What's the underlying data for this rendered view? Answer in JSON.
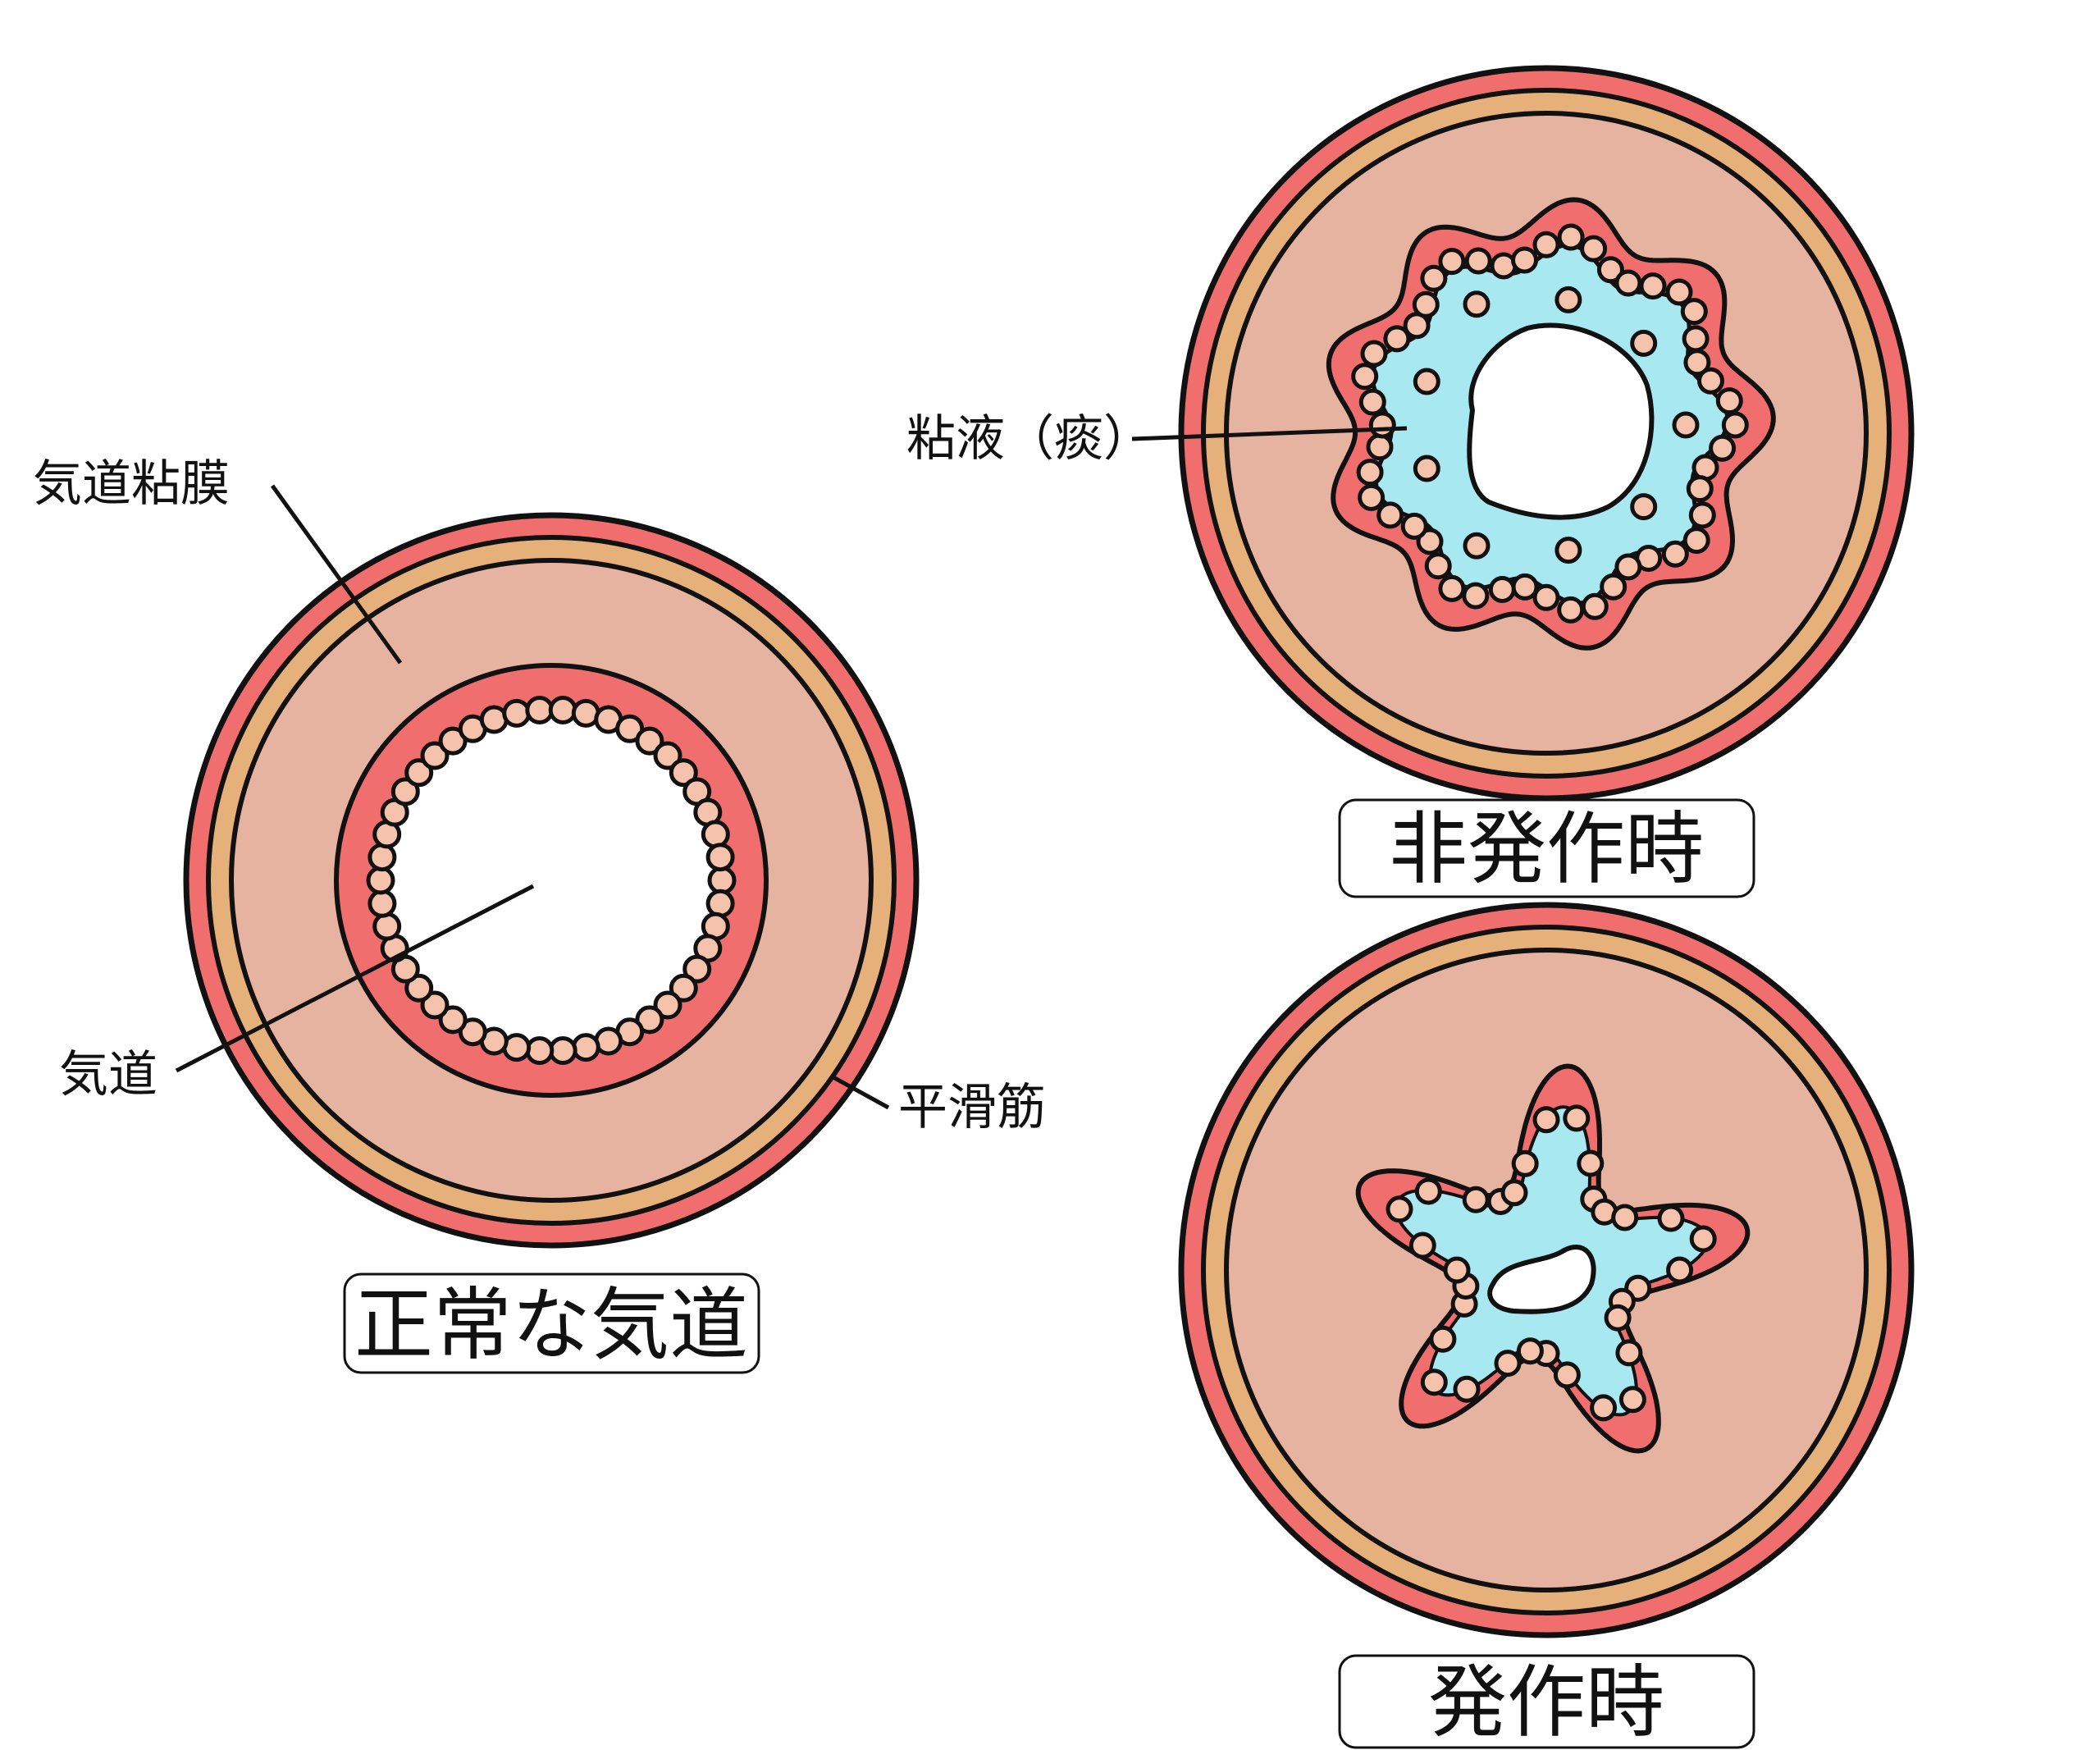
{
  "colors": {
    "outer_ring": "#f06e6e",
    "smooth_muscle": "#e6b07a",
    "mucosa": "#e5b3a0",
    "epithelium": "#f06e6e",
    "cell_fill": "#f5c3ab",
    "mucus": "#a8e8f0",
    "lumen": "#ffffff",
    "outline": "#111111"
  },
  "labels": {
    "airway_mucosa": "気道粘膜",
    "airway": "気道",
    "smooth_muscle": "平滑筋",
    "mucus": "粘液（痰）"
  },
  "panels": {
    "normal": {
      "title": "正常な気道"
    },
    "non_attack": {
      "title": "非発作時"
    },
    "attack": {
      "title": "発作時"
    }
  }
}
